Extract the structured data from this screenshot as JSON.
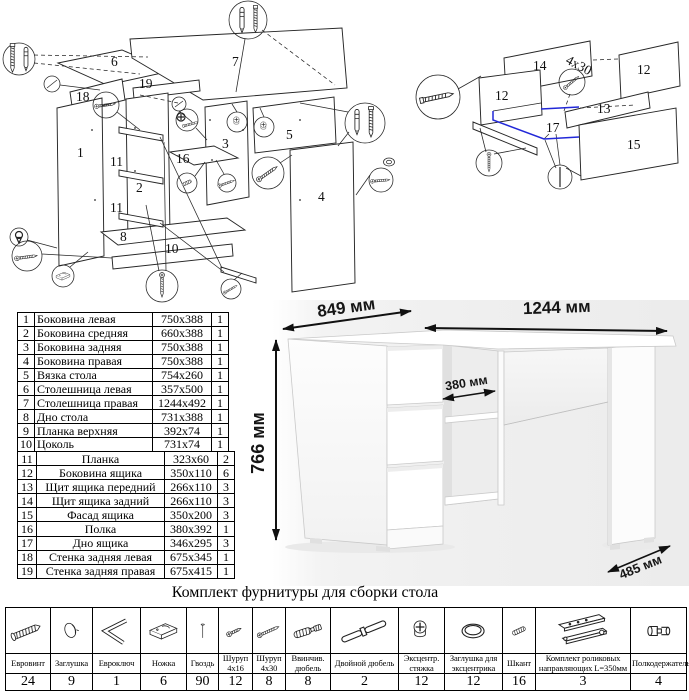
{
  "diagram_left": {
    "labels": [
      "6",
      "7",
      "18",
      "19",
      "1",
      "11",
      "2",
      "11",
      "16",
      "3",
      "5",
      "4",
      "8",
      "10"
    ]
  },
  "diagram_right": {
    "labels": [
      "14",
      "12",
      "4x30",
      "12",
      "13",
      "17",
      "15"
    ]
  },
  "desk": {
    "dims": {
      "return_depth": "849 мм",
      "width": "1244 мм",
      "height": "766 мм",
      "niche": "380 мм",
      "side_depth": "485 мм"
    }
  },
  "parts_table": {
    "sections": [
      {
        "rows": [
          {
            "num": "1",
            "name": "Боковина левая",
            "size": "750x388",
            "qty": "1"
          },
          {
            "num": "2",
            "name": "Боковина средняя",
            "size": "660x388",
            "qty": "1"
          },
          {
            "num": "3",
            "name": "Боковина задняя",
            "size": "750x388",
            "qty": "1"
          },
          {
            "num": "4",
            "name": "Боковина правая",
            "size": "750x388",
            "qty": "1"
          },
          {
            "num": "5",
            "name": "Вязка стола",
            "size": "754x260",
            "qty": "1"
          },
          {
            "num": "6",
            "name": "Столешница левая",
            "size": "357x500",
            "qty": "1"
          },
          {
            "num": "7",
            "name": "Столешница правая",
            "size": "1244x492",
            "qty": "1"
          },
          {
            "num": "8",
            "name": "Дно стола",
            "size": "731x388",
            "qty": "1"
          },
          {
            "num": "9",
            "name": "Планка верхняя",
            "size": "392x74",
            "qty": "1"
          },
          {
            "num": "10",
            "name": "Цоколь",
            "size": "731x74",
            "qty": "1"
          }
        ]
      },
      {
        "rows": [
          {
            "num": "11",
            "name": "Планка",
            "size": "323x60",
            "qty": "2"
          },
          {
            "num": "12",
            "name": "Боковина ящика",
            "size": "350x110",
            "qty": "6"
          },
          {
            "num": "13",
            "name": "Щит ящика передний",
            "size": "266x110",
            "qty": "3"
          },
          {
            "num": "14",
            "name": "Щит ящика задний",
            "size": "266x110",
            "qty": "3"
          },
          {
            "num": "15",
            "name": "Фасад ящика",
            "size": "350x200",
            "qty": "3"
          },
          {
            "num": "16",
            "name": "Полка",
            "size": "380x392",
            "qty": "1"
          },
          {
            "num": "17",
            "name": "Дно ящика",
            "size": "346x295",
            "qty": "3"
          },
          {
            "num": "18",
            "name": "Стенка задняя левая",
            "size": "675x345",
            "qty": "1"
          },
          {
            "num": "19",
            "name": "Стенка задняя правая",
            "size": "675x415",
            "qty": "1"
          }
        ]
      }
    ]
  },
  "hardware": {
    "title": "Комплект фурнитуры для сборки стола",
    "items": [
      {
        "icon": "euroscrew",
        "label": "Евровинт",
        "qty": "24"
      },
      {
        "icon": "cap",
        "label": "Заглушка",
        "qty": "9"
      },
      {
        "icon": "hexkey",
        "label": "Евроключ",
        "qty": "1"
      },
      {
        "icon": "foot",
        "label": "Ножка",
        "qty": "6"
      },
      {
        "icon": "nail",
        "label": "Гвоздь",
        "qty": "90"
      },
      {
        "icon": "screw416",
        "label": "Шуруп 4x16",
        "qty": "12"
      },
      {
        "icon": "screw430",
        "label": "Шуруп 4x30",
        "qty": "8"
      },
      {
        "icon": "screwdowel",
        "label": "Ввинчив. дюбель",
        "qty": "8"
      },
      {
        "icon": "doubledowel",
        "label": "Двойной дюбель",
        "qty": "2"
      },
      {
        "icon": "camlock",
        "label": "Эксцентр. стяжка",
        "qty": "12"
      },
      {
        "icon": "camcap",
        "label": "Заглушка для эксцентрика",
        "qty": "12"
      },
      {
        "icon": "dowel",
        "label": "Шкант",
        "qty": "16"
      },
      {
        "icon": "rails",
        "label": "Комплект роликовых направляющих L=350мм",
        "qty": "3"
      },
      {
        "icon": "shelfpin",
        "label": "Полкодержатель",
        "qty": "4"
      }
    ]
  }
}
